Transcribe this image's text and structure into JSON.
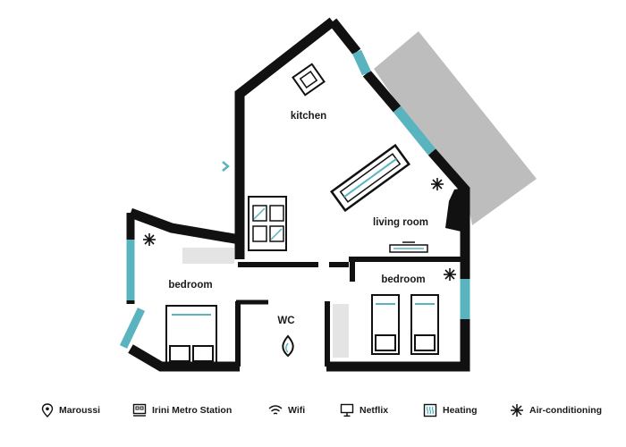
{
  "rooms": {
    "kitchen": "kitchen",
    "living_room": "living room",
    "bedroom_left": "bedroom",
    "bedroom_right": "bedroom",
    "wc": "WC"
  },
  "legend": [
    {
      "icon": "location-pin-icon",
      "label": "Maroussi"
    },
    {
      "icon": "metro-station-icon",
      "label": "Irini Metro Station"
    },
    {
      "icon": "wifi-icon",
      "label": "Wifi"
    },
    {
      "icon": "tv-monitor-icon",
      "label": "Netflix"
    },
    {
      "icon": "heating-radiator-icon",
      "label": "Heating"
    },
    {
      "icon": "air-conditioning-icon",
      "label": "Air-conditioning"
    }
  ],
  "colors": {
    "wall": "#111111",
    "window": "#5ab4bf",
    "balcony": "#bdbdbd",
    "floor_shade": "#e4e4e4",
    "text": "#1a1a1a"
  }
}
